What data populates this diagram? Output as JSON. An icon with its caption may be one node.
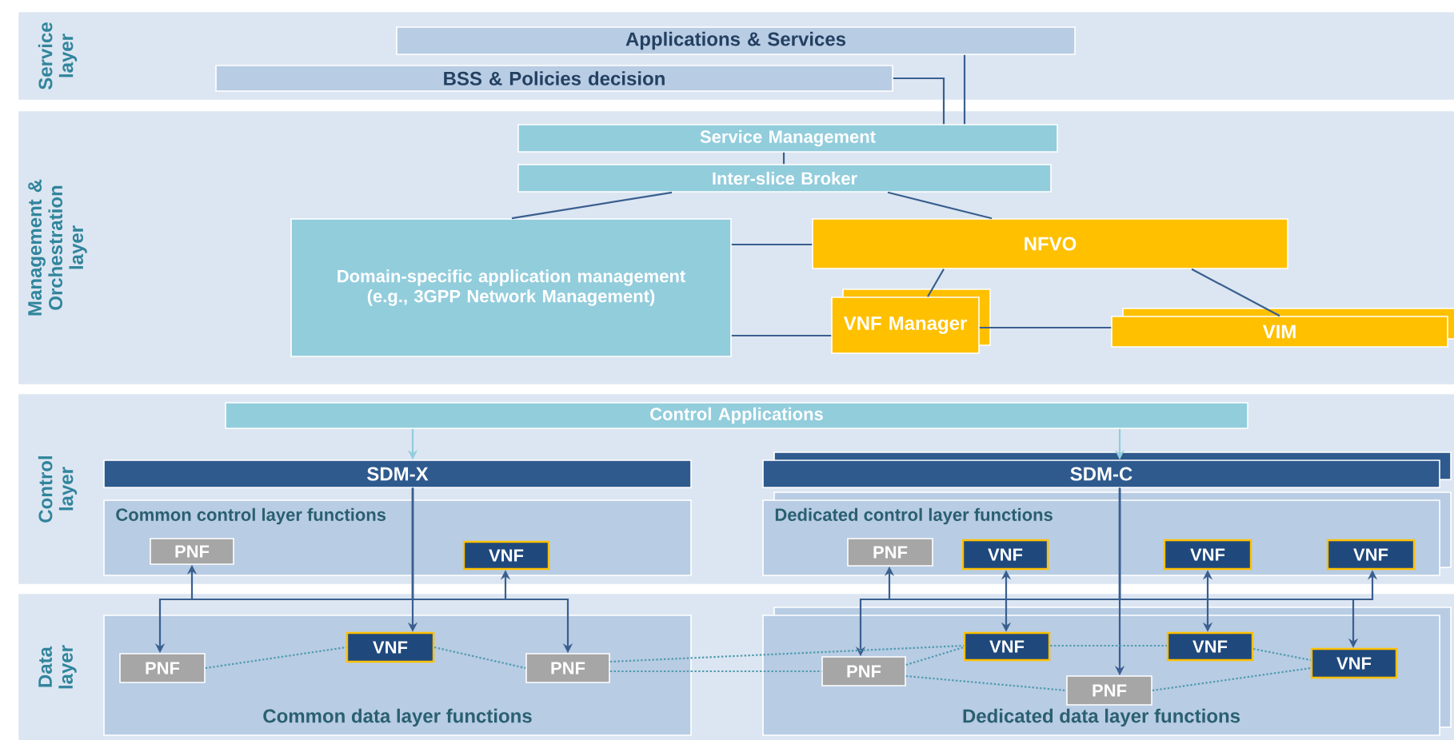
{
  "diagram": {
    "nodes": [
      {
        "text": [
          "Service layer"
        ]
      },
      {
        "text": [
          "Applications & Services"
        ],
        "in": 0
      },
      {
        "text": [
          "BSS & Policies decision"
        ],
        "in": 0
      },
      {
        "text": [
          "Management & Orchestration layer"
        ]
      },
      {
        "text": [
          "Service Management"
        ],
        "in": 3
      },
      {
        "text": [
          "Inter-slice Broker"
        ],
        "in": 3
      },
      {
        "text": [
          "Domain-specific application management (e.g., 3GPP Network Management)"
        ],
        "in": 3
      },
      {
        "text": [
          "NFVO"
        ],
        "in": 3
      },
      {
        "text": [
          "VNF Manager"
        ],
        "in": 3
      },
      {
        "text": [
          "VIM"
        ],
        "in": 3
      },
      {
        "text": [
          "Control layer"
        ]
      },
      {
        "text": [
          "Control Applications"
        ],
        "in": 10
      },
      {
        "text": [
          "SDM-X"
        ],
        "in": 10
      },
      {
        "text": [
          "SDM-C"
        ],
        "in": 10
      },
      {
        "text": [
          "Common control layer functions"
        ],
        "in": 10
      },
      {
        "text": [
          "PNF"
        ],
        "in": 14
      },
      {
        "text": [
          "VNF"
        ],
        "in": 14
      },
      {
        "text": [
          "Dedicated control layer functions"
        ],
        "in": 10
      },
      {
        "text": [
          "PNF"
        ],
        "in": 17
      },
      {
        "text": [
          "VNF"
        ],
        "in": 17
      },
      {
        "text": [
          "VNF"
        ],
        "in": 17
      },
      {
        "text": [
          "VNF"
        ],
        "in": 17
      },
      {
        "text": [
          "Data layer"
        ]
      },
      {
        "text": [
          "Common data layer functions"
        ],
        "in": 22
      },
      {
        "text": [
          "PNF"
        ],
        "in": 23
      },
      {
        "text": [
          "VNF"
        ],
        "in": 23
      },
      {
        "text": [
          "PNF"
        ],
        "in": 23
      },
      {
        "text": [
          "Dedicated data layer functions"
        ],
        "in": 22
      },
      {
        "text": [
          "PNF"
        ],
        "in": 27
      },
      {
        "text": [
          "VNF"
        ],
        "in": 27
      },
      {
        "text": [
          "VNF"
        ],
        "in": 27
      },
      {
        "text": [
          "PNF"
        ],
        "in": 27
      },
      {
        "text": [
          "VNF"
        ],
        "in": 27
      }
    ],
    "edges": [
      {
        "from": 1,
        "to": 4,
        "arrow": "none"
      },
      {
        "from": 2,
        "to": 4,
        "arrow": "none"
      },
      {
        "from": 4,
        "to": 5,
        "arrow": "none"
      },
      {
        "from": 5,
        "to": 6,
        "arrow": "none"
      },
      {
        "from": 5,
        "to": 7,
        "arrow": "none"
      },
      {
        "from": 6,
        "to": 7,
        "arrow": "none"
      },
      {
        "from": 6,
        "to": 8,
        "arrow": "none"
      },
      {
        "from": 7,
        "to": 8,
        "arrow": "none"
      },
      {
        "from": 7,
        "to": 9,
        "arrow": "none"
      },
      {
        "from": 8,
        "to": 9,
        "arrow": "none"
      },
      {
        "from": 11,
        "to": 12,
        "arrow": "to",
        "color": "#92cddc"
      },
      {
        "from": 11,
        "to": 13,
        "arrow": "to",
        "color": "#92cddc"
      },
      {
        "from": 12,
        "to": 15,
        "arrow": "to"
      },
      {
        "from": 12,
        "to": 16,
        "arrow": "to"
      },
      {
        "from": 12,
        "to": 24,
        "arrow": "to"
      },
      {
        "from": 12,
        "to": 25,
        "arrow": "to"
      },
      {
        "from": 12,
        "to": 26,
        "arrow": "to"
      },
      {
        "from": 13,
        "to": 18,
        "arrow": "to"
      },
      {
        "from": 13,
        "to": 21,
        "arrow": "to"
      },
      {
        "from": 13,
        "to": 28,
        "arrow": "to"
      },
      {
        "from": 13,
        "to": 31,
        "arrow": "to"
      },
      {
        "from": 13,
        "to": 32,
        "arrow": "to"
      },
      {
        "from": 19,
        "to": 29,
        "arrow": "both"
      },
      {
        "from": 20,
        "to": 30,
        "arrow": "both"
      },
      {
        "from": 24,
        "to": 25,
        "arrow": "none",
        "style": "dashed",
        "color": "#4f9bb0"
      },
      {
        "from": 25,
        "to": 26,
        "arrow": "none",
        "style": "dashed",
        "color": "#4f9bb0"
      },
      {
        "from": 26,
        "to": 28,
        "arrow": "none",
        "style": "dashed",
        "color": "#4f9bb0"
      },
      {
        "from": 26,
        "to": 29,
        "arrow": "none",
        "style": "dashed",
        "color": "#4f9bb0"
      },
      {
        "from": 28,
        "to": 29,
        "arrow": "none",
        "style": "dashed",
        "color": "#4f9bb0"
      },
      {
        "from": 28,
        "to": 31,
        "arrow": "none",
        "style": "dashed",
        "color": "#4f9bb0"
      },
      {
        "from": 29,
        "to": 30,
        "arrow": "none",
        "style": "dashed",
        "color": "#4f9bb0"
      },
      {
        "from": 30,
        "to": 32,
        "arrow": "none",
        "style": "dashed",
        "color": "#4f9bb0"
      },
      {
        "from": 31,
        "to": 32,
        "arrow": "none",
        "style": "dashed",
        "color": "#4f9bb0"
      }
    ]
  }
}
